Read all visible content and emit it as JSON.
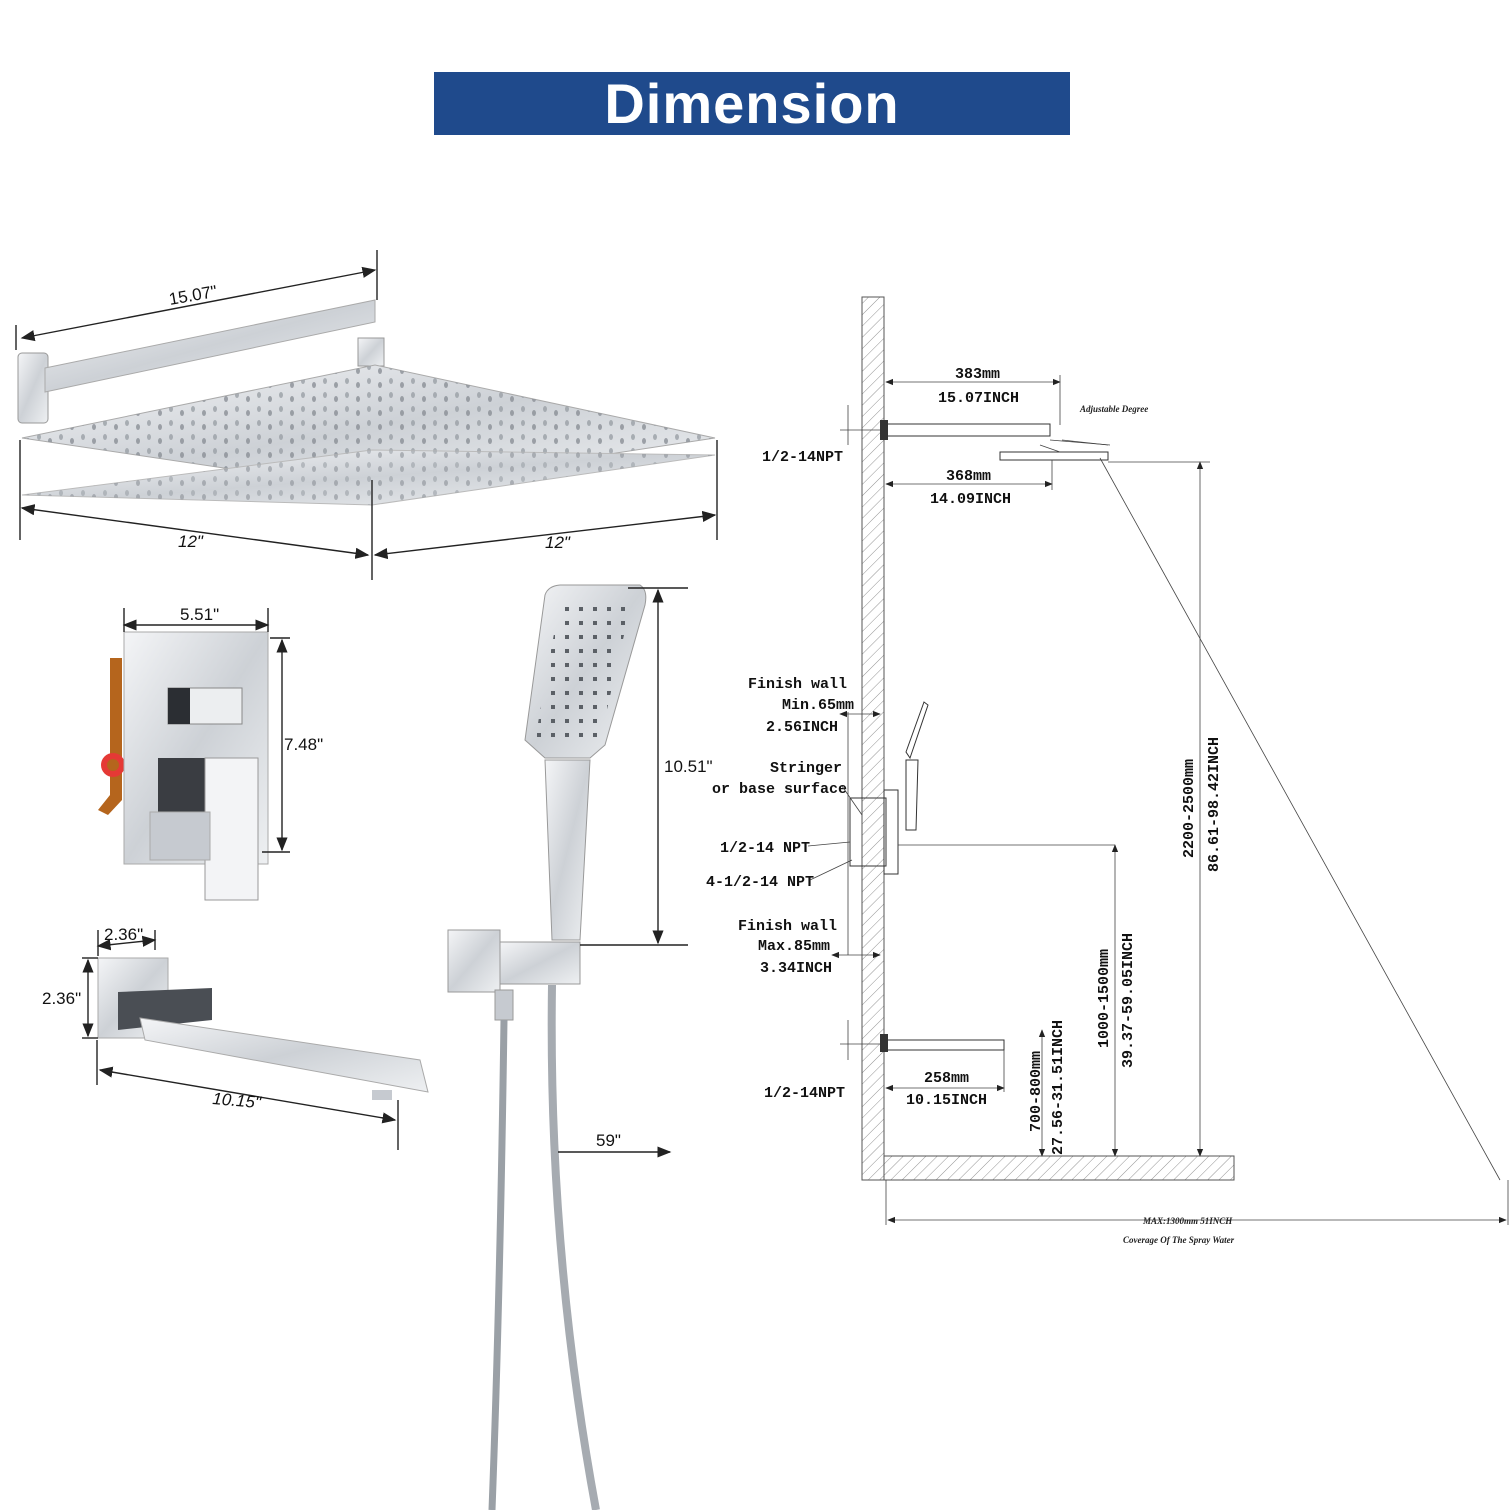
{
  "title": "Dimension",
  "colors": {
    "banner": "#1f4a8c",
    "banner_text": "#ffffff",
    "chrome": "#c9cdd3",
    "holder": "#b5651d",
    "thermo_ring": "#e53935"
  },
  "products": {
    "shower_head": {
      "arm_length": "15.07\"",
      "half_width_left": "12\"",
      "half_width_right": "12\""
    },
    "valve": {
      "width": "5.51\"",
      "height": "7.48\""
    },
    "handheld": {
      "height": "10.51\"",
      "hose": "59\""
    },
    "spout": {
      "depth": "2.36\"",
      "height": "2.36\"",
      "length": "10.15\""
    }
  },
  "install": {
    "arm_mm": "383mm",
    "arm_inch": "15.07INCH",
    "adjustable": "Adjustable Degree",
    "head_mm": "368mm",
    "head_inch": "14.09INCH",
    "npt_top": "1/2-14NPT",
    "finish_wall_min_1": "Finish wall",
    "finish_wall_min_2": "Min.65mm",
    "finish_wall_min_3": "2.56INCH",
    "stringer_1": "Stringer",
    "stringer_2": "or base surface",
    "npt_mid": "1/2-14 NPT",
    "npt_mid2": "4-1/2-14 NPT",
    "finish_wall_max_1": "Finish wall",
    "finish_wall_max_2": "Max.85mm",
    "finish_wall_max_3": "3.34INCH",
    "head_height_mm": "2200-2500mm",
    "head_height_inch": "86.61-98.42INCH",
    "valve_height_mm": "1000-1500mm",
    "valve_height_inch": "39.37-59.05INCH",
    "spout_height_mm": "700-800mm",
    "spout_height_inch": "27.56-31.51INCH",
    "spout_mm": "258mm",
    "spout_inch": "10.15INCH",
    "npt_bottom": "1/2-14NPT",
    "coverage_value": "MAX:1300mm 51INCH",
    "coverage_label": "Coverage Of The Spray Water"
  }
}
